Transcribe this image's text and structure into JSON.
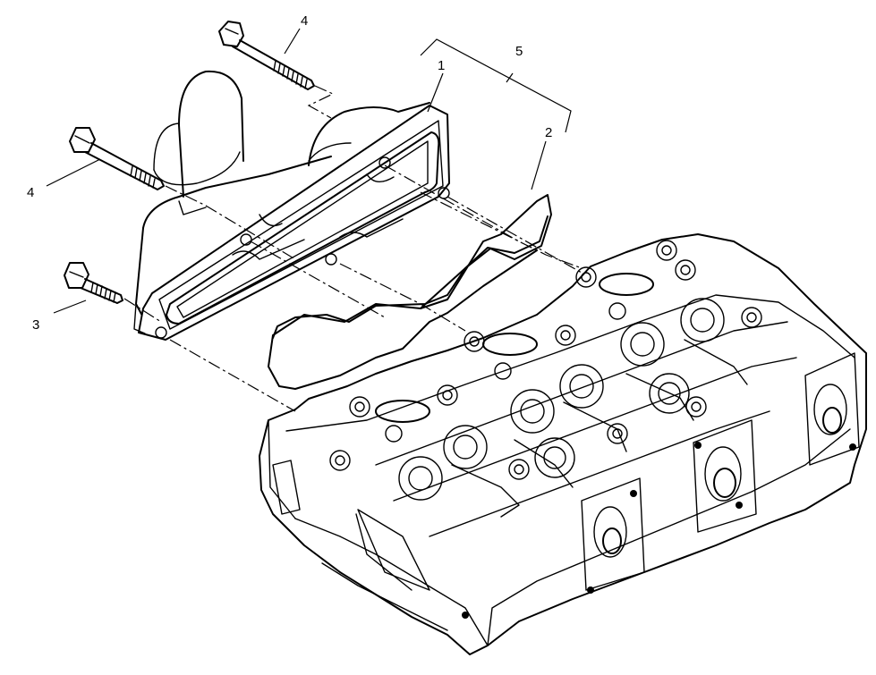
{
  "callouts": {
    "exhaust_manifold": "1",
    "gasket": "2",
    "short_bolt": "3",
    "long_bolt_top": "4",
    "long_bolt_left": "4",
    "assembly": "5"
  }
}
